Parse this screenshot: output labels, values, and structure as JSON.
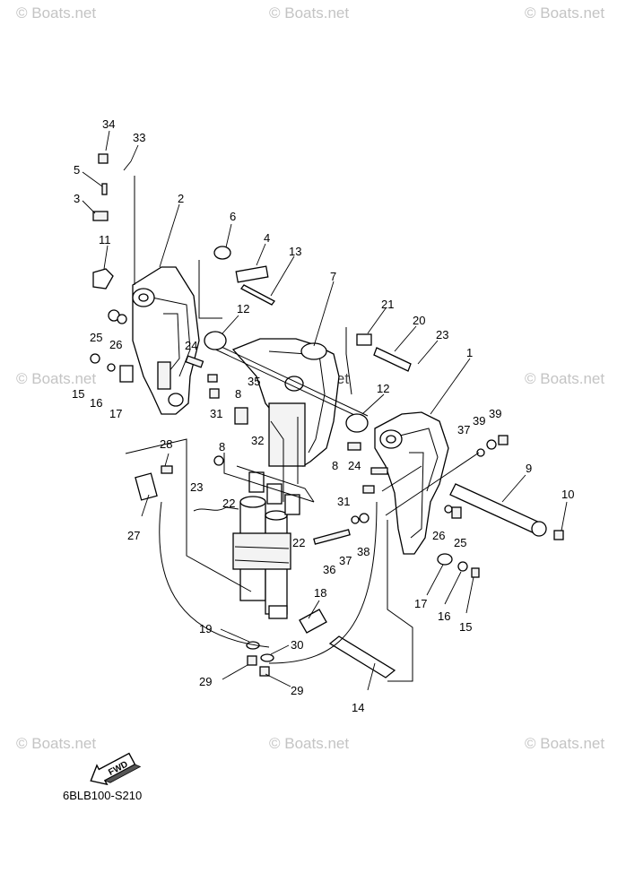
{
  "diagram": {
    "code": "6BLB100-S210",
    "fwd_label": "FWD",
    "watermark": "© Boats.net",
    "callouts": [
      {
        "id": "c34",
        "label": "34"
      },
      {
        "id": "c33",
        "label": "33"
      },
      {
        "id": "c5",
        "label": "5"
      },
      {
        "id": "c3",
        "label": "3"
      },
      {
        "id": "c2",
        "label": "2"
      },
      {
        "id": "c6",
        "label": "6"
      },
      {
        "id": "c4",
        "label": "4"
      },
      {
        "id": "c11",
        "label": "11"
      },
      {
        "id": "c13",
        "label": "13"
      },
      {
        "id": "c7",
        "label": "7"
      },
      {
        "id": "c12a",
        "label": "12"
      },
      {
        "id": "c25a",
        "label": "25"
      },
      {
        "id": "c26a",
        "label": "26"
      },
      {
        "id": "c24a",
        "label": "24"
      },
      {
        "id": "c21",
        "label": "21"
      },
      {
        "id": "c20",
        "label": "20"
      },
      {
        "id": "c23a",
        "label": "23"
      },
      {
        "id": "c1",
        "label": "1"
      },
      {
        "id": "c15a",
        "label": "15"
      },
      {
        "id": "c16a",
        "label": "16"
      },
      {
        "id": "c17a",
        "label": "17"
      },
      {
        "id": "c8a",
        "label": "8"
      },
      {
        "id": "c35",
        "label": "35"
      },
      {
        "id": "c31a",
        "label": "31"
      },
      {
        "id": "c12b",
        "label": "12"
      },
      {
        "id": "c32",
        "label": "32"
      },
      {
        "id": "c39a",
        "label": "39"
      },
      {
        "id": "c39b",
        "label": "39"
      },
      {
        "id": "c37a",
        "label": "37"
      },
      {
        "id": "c8b",
        "label": "8"
      },
      {
        "id": "c28",
        "label": "28"
      },
      {
        "id": "c8c",
        "label": "8"
      },
      {
        "id": "c24b",
        "label": "24"
      },
      {
        "id": "c9",
        "label": "9"
      },
      {
        "id": "c23b",
        "label": "23"
      },
      {
        "id": "c22a",
        "label": "22"
      },
      {
        "id": "c10",
        "label": "10"
      },
      {
        "id": "c31b",
        "label": "31"
      },
      {
        "id": "c27",
        "label": "27"
      },
      {
        "id": "c26b",
        "label": "26"
      },
      {
        "id": "c25b",
        "label": "25"
      },
      {
        "id": "c22b",
        "label": "22"
      },
      {
        "id": "c36",
        "label": "36"
      },
      {
        "id": "c37b",
        "label": "37"
      },
      {
        "id": "c38",
        "label": "38"
      },
      {
        "id": "c18",
        "label": "18"
      },
      {
        "id": "c17b",
        "label": "17"
      },
      {
        "id": "c16b",
        "label": "16"
      },
      {
        "id": "c15b",
        "label": "15"
      },
      {
        "id": "c19",
        "label": "19"
      },
      {
        "id": "c30",
        "label": "30"
      },
      {
        "id": "c29a",
        "label": "29"
      },
      {
        "id": "c29b",
        "label": "29"
      },
      {
        "id": "c14",
        "label": "14"
      }
    ]
  }
}
